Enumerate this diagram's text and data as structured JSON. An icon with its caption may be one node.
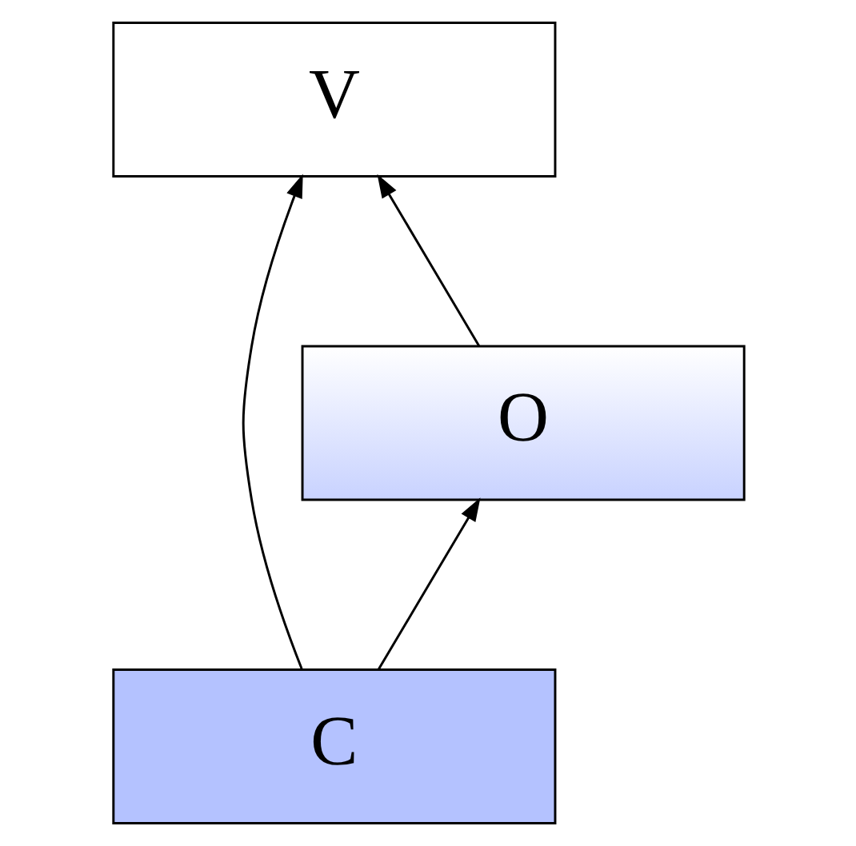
{
  "diagram": {
    "nodes": [
      {
        "text": [
          "V"
        ]
      },
      {
        "text": [
          "O"
        ]
      },
      {
        "text": [
          "C"
        ]
      }
    ],
    "edges": [
      {
        "from": 2,
        "to": 0,
        "arrow": "to"
      },
      {
        "from": 1,
        "to": 0,
        "arrow": "to"
      },
      {
        "from": 2,
        "to": 1,
        "arrow": "to"
      }
    ]
  }
}
